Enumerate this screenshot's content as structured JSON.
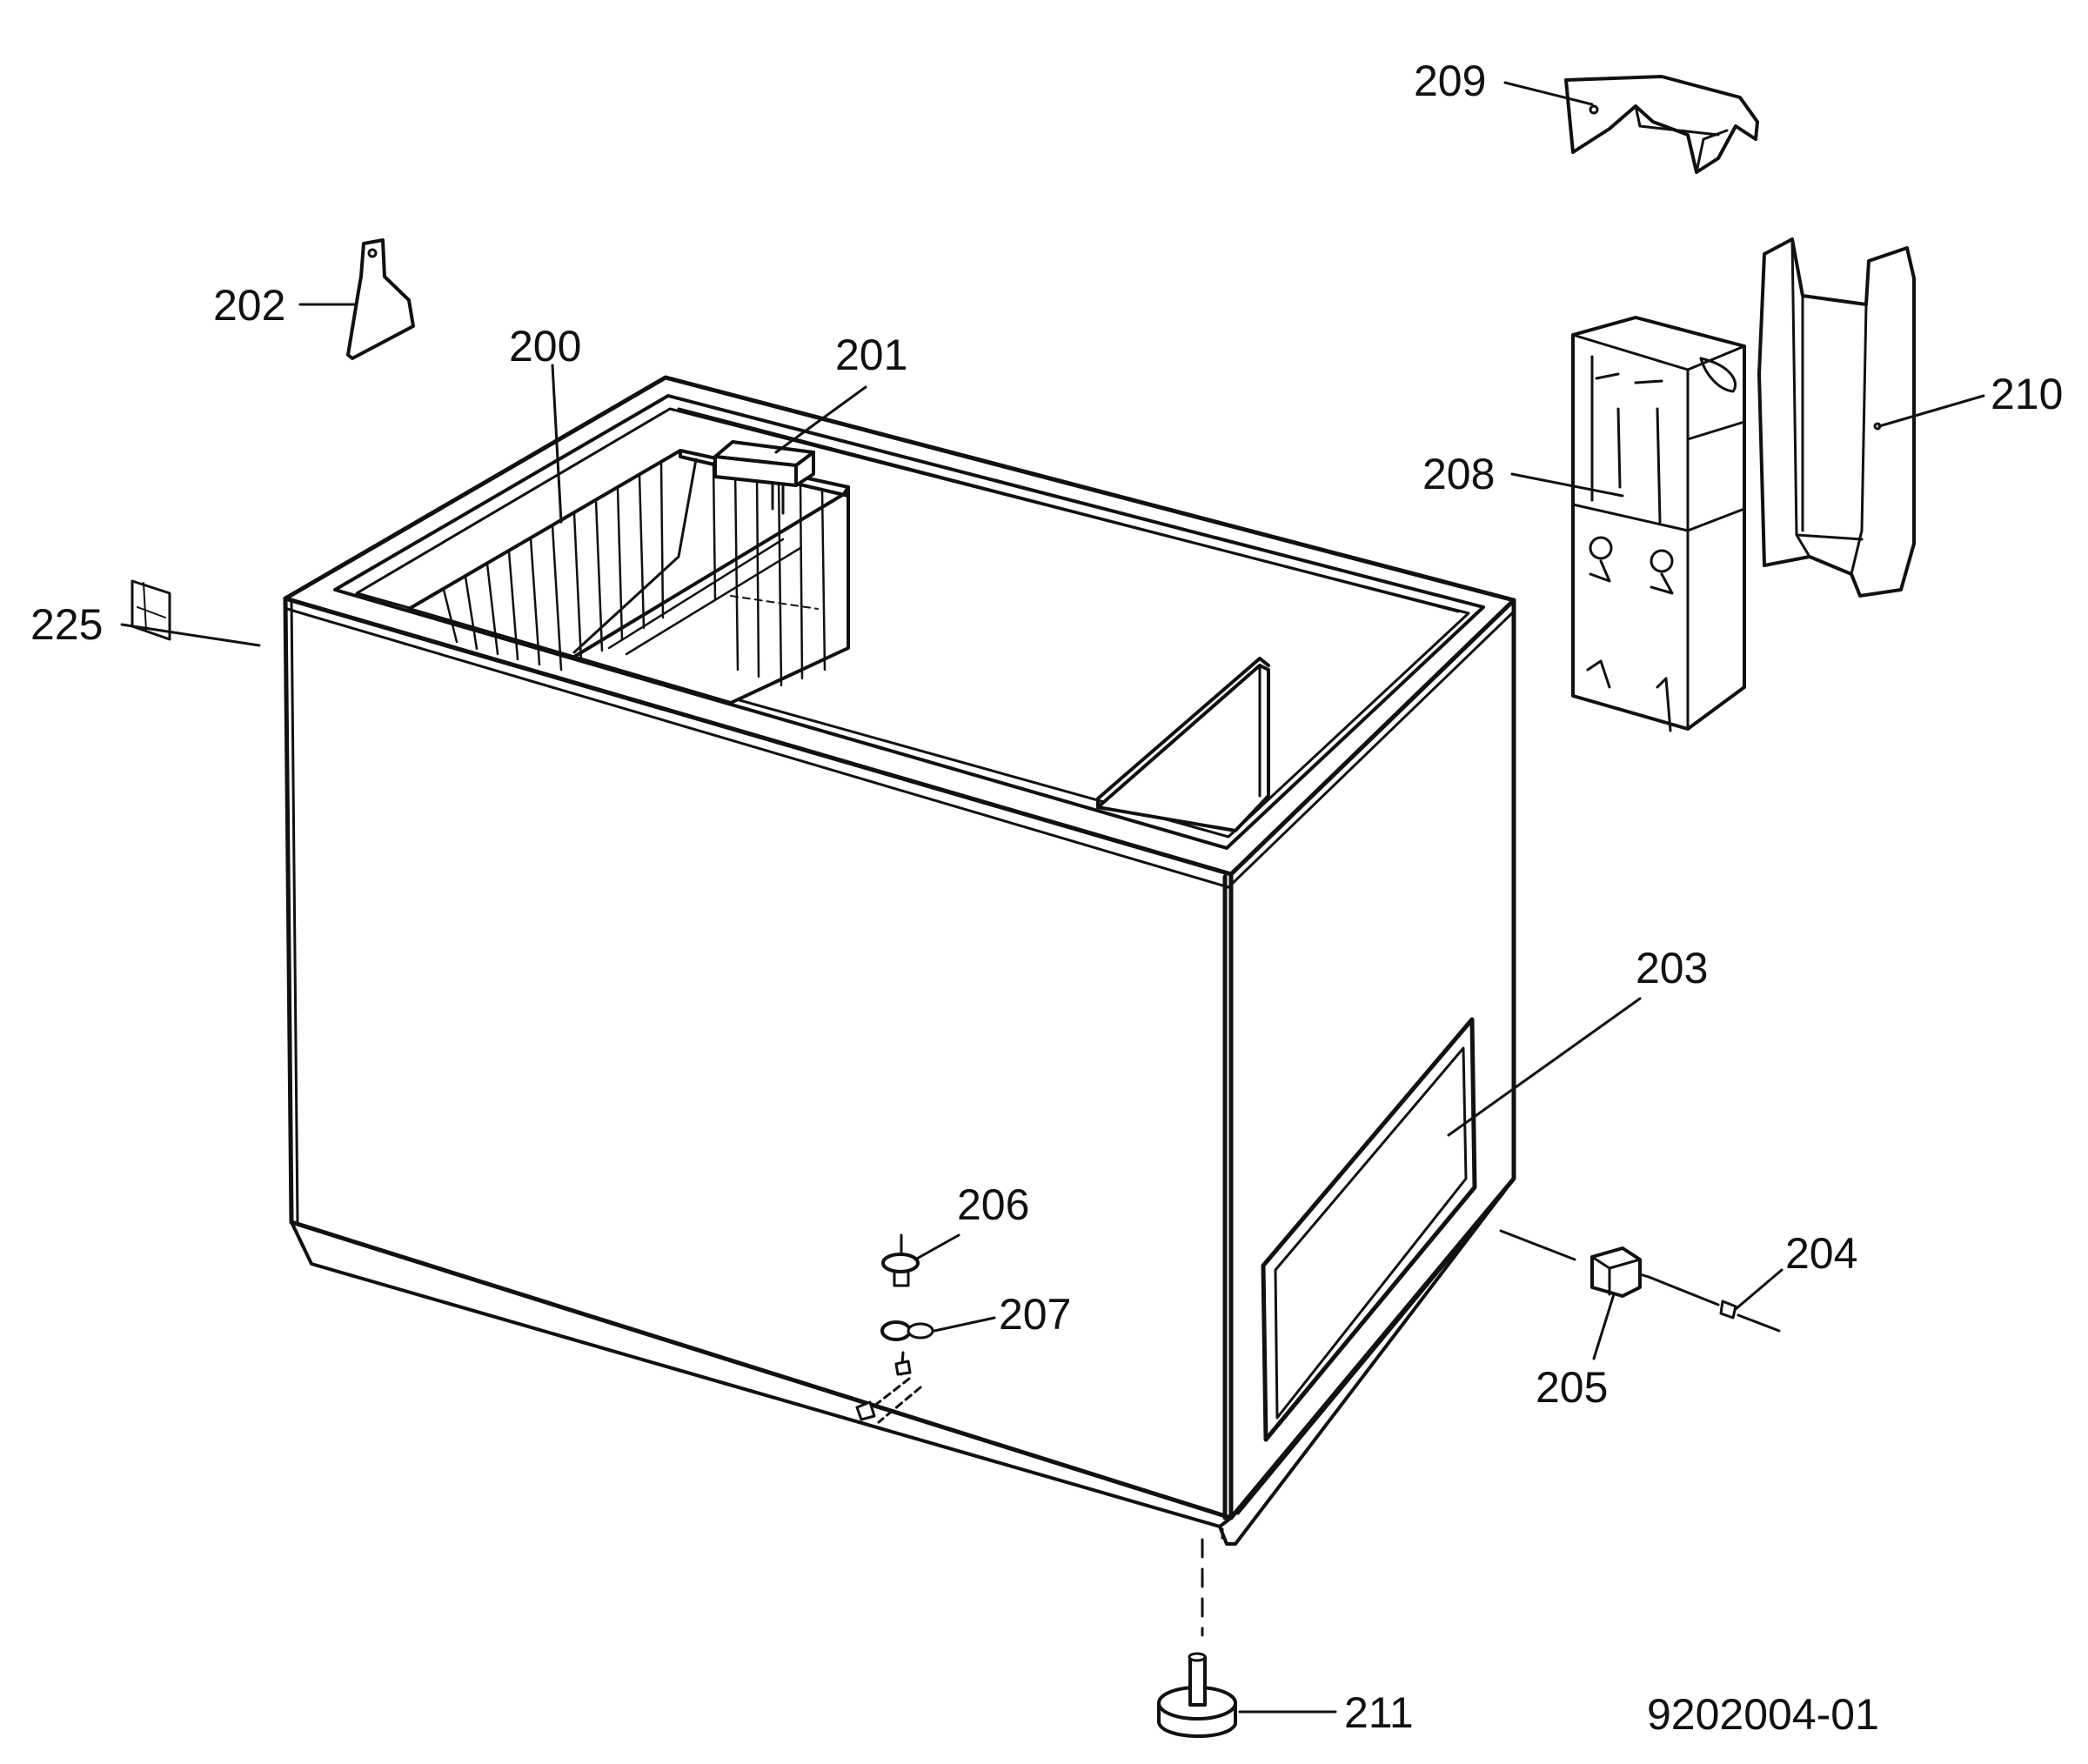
{
  "drawing_number": "9202004-01",
  "colors": {
    "line": "#111111",
    "background": "#ffffff"
  },
  "parts": {
    "basket": "200",
    "lock": "201",
    "key": "202",
    "rear_grille": "203",
    "thermostat_knob": "204",
    "thermostat": "205",
    "drain_plug": "206",
    "drain_clip": "207",
    "control_panel": "208",
    "panel_cap": "209",
    "panel_cover": "210",
    "foot": "211",
    "label_plate": "225"
  }
}
